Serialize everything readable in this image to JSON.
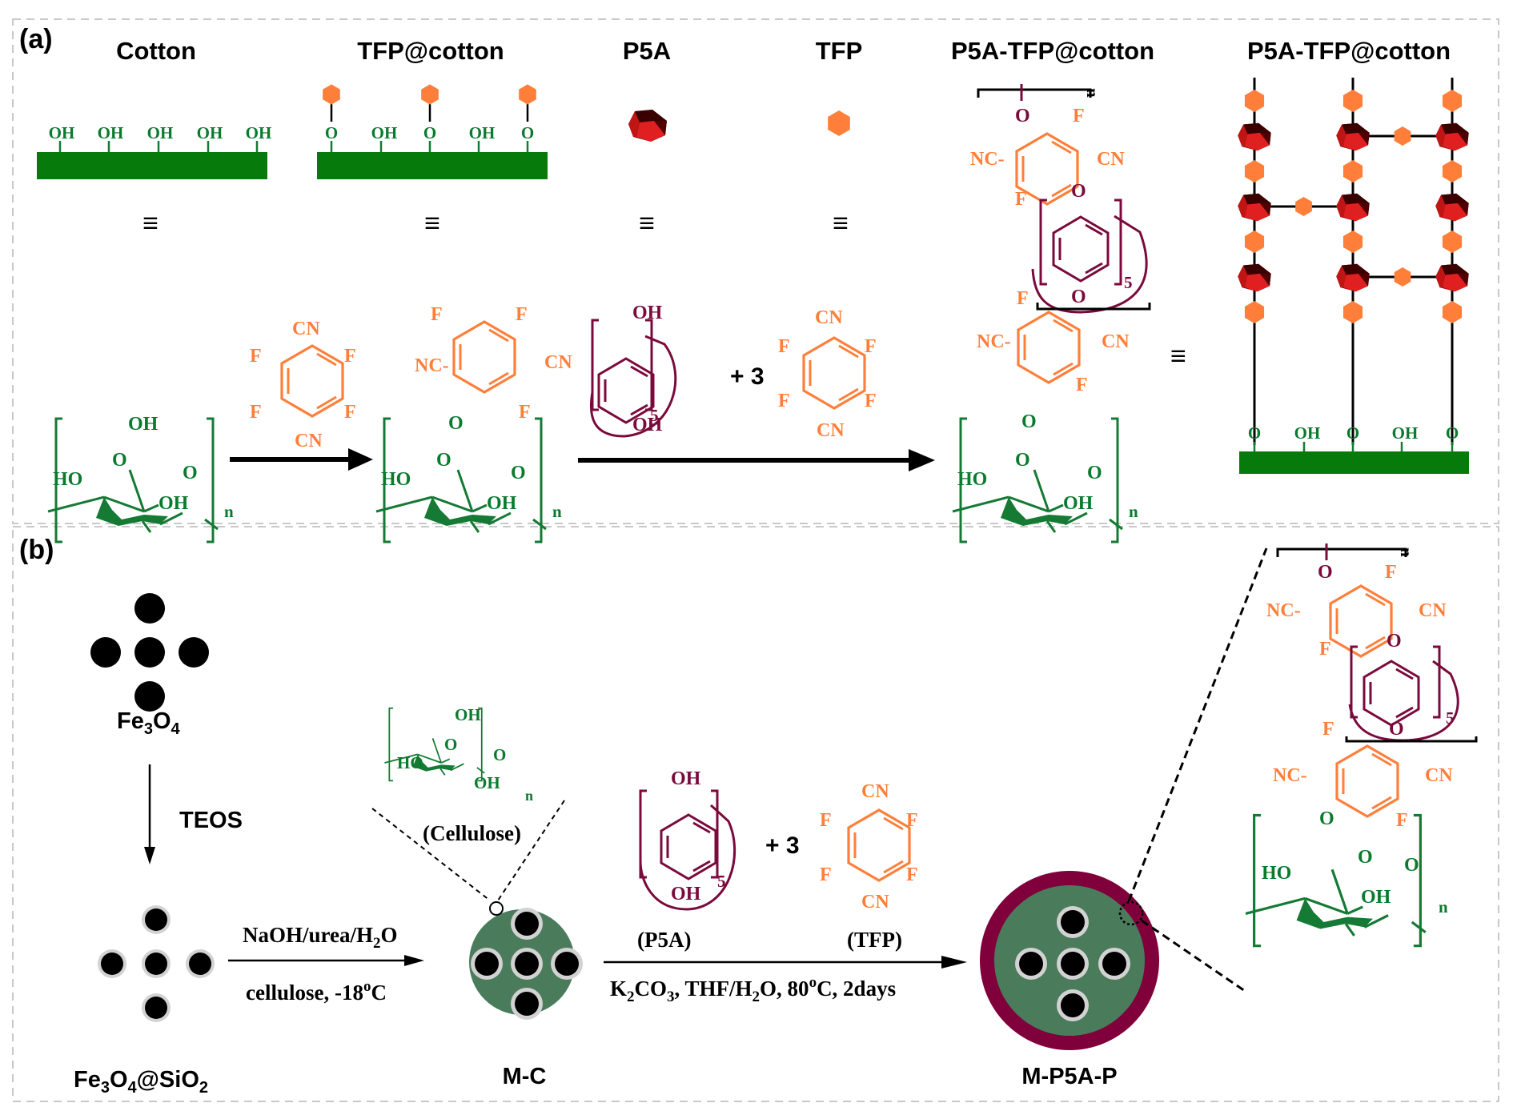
{
  "panels": {
    "a": {
      "label": "(a)",
      "legend": [
        {
          "title": "Cotton",
          "symbol": "cotton-bar-oh",
          "equiv": "≡"
        },
        {
          "title": "TFP@cotton",
          "symbol": "cotton-bar-tfp",
          "equiv": "≡"
        },
        {
          "title": "P5A",
          "symbol": "p5a-prism",
          "equiv": "≡"
        },
        {
          "title": "TFP",
          "symbol": "tfp-hexagon",
          "equiv": "≡"
        },
        {
          "title": "P5A-TFP@cotton",
          "symbol": "structure"
        },
        {
          "title": "P5A-TFP@cotton",
          "symbol": "network"
        }
      ],
      "oh": "OH",
      "o": "O",
      "n": "n",
      "five": "5",
      "f": "F",
      "cn": "CN",
      "nc": "NC-",
      "ho": "HO",
      "plus3": "+ 3",
      "equiv": "≡"
    },
    "b": {
      "label": "(b)",
      "fe3o4": {
        "base": "Fe",
        "sub1": "3",
        "mid": "O",
        "sub2": "4"
      },
      "teos": "TEOS",
      "fe3o4sio2": {
        "base": "Fe",
        "sub1": "3",
        "mid": "O",
        "sub2": "4",
        "tail": "@SiO",
        "sub3": "2"
      },
      "step1_top": {
        "text": "NaOH/urea/H",
        "sub": "2",
        "tail": "O"
      },
      "step1_bottom": {
        "text": "cellulose, -18",
        "sup": "o",
        "tail": "C"
      },
      "cellulose_label": "(Cellulose)",
      "mc": "M-C",
      "p5a_label": "(P5A)",
      "tfp_label": "(TFP)",
      "plus3": "+ 3",
      "step2_bottom": {
        "a": "K",
        "s1": "2",
        "b": "CO",
        "s2": "3",
        "c": ", THF/H",
        "s3": "2",
        "d": "O, 80",
        "sup": "o",
        "e": "C, 2days"
      },
      "mp5ap": "M-P5A-P"
    }
  },
  "colors": {
    "cellulose_green": "#0a7a2e",
    "cotton_bar": "#067a0a",
    "tfp_orange": "#ff7f3a",
    "p5a_maroon": "#7a0a3c",
    "p5a_red": "#e02020",
    "mc_green": "#4a7c5c",
    "shell_maroon": "#7f003a"
  }
}
